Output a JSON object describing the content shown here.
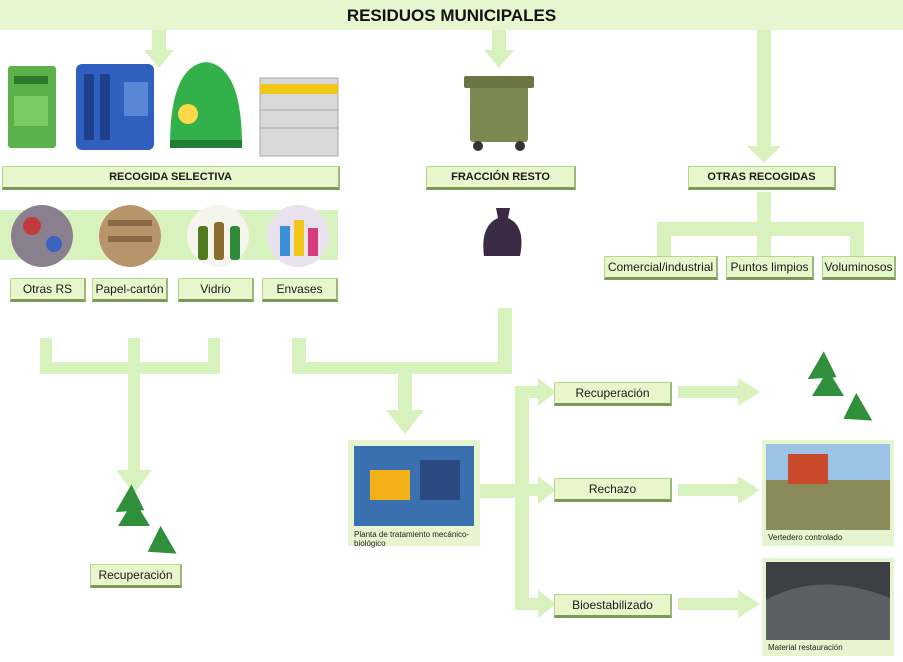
{
  "title": "RESIDUOS MUNICIPALES",
  "categories": {
    "selective": "RECOGIDA SELECTIVA",
    "rest": "FRACCIÓN RESTO",
    "other": "OTRAS RECOGIDAS"
  },
  "selective_items": [
    "Otras RS",
    "Papel-cartón",
    "Vidrio",
    "Envases"
  ],
  "other_items": [
    "Comercial/industrial",
    "Puntos limpios",
    "Voluminosos"
  ],
  "recovery_left": "Recuperación",
  "plant_caption": "Planta de tratamiento mecánico-biológico",
  "outputs": {
    "recovery": "Recuperación",
    "reject": "Rechazo",
    "biostabilized": "Bioestabilizado"
  },
  "photo_captions": {
    "landfill": "Vertedero controlado",
    "restoration": "Material restauración"
  },
  "colors": {
    "flow": "#dff5c4",
    "label_bg": "#e8f6cc",
    "recycle": "#2f8f3a"
  }
}
